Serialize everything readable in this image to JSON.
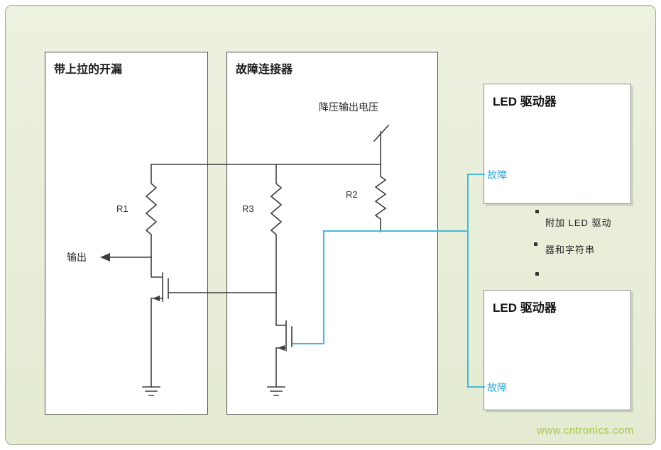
{
  "colors": {
    "wire": "#3d3d3d",
    "cyan": "#45b8d9",
    "fault_text": "#2aaade",
    "watermark": "#9cc23c",
    "box_border": "#4f4f4f",
    "led_border": "#8c8c8c"
  },
  "boxes": {
    "open_drain": {
      "title": "带上拉的开漏"
    },
    "fault_connector": {
      "title": "故障连接器"
    }
  },
  "labels": {
    "supply": "降压输出电压",
    "output": "输出",
    "r1": "R1",
    "r2": "R2",
    "r3": "R3"
  },
  "led_drivers": [
    {
      "title": "LED 驱动器",
      "port_label": "故障"
    },
    {
      "title": "LED 驱动器",
      "port_label": "故障"
    }
  ],
  "note": {
    "line1": "附加 LED 驱动",
    "line2": "器和字符串"
  },
  "watermark": "www.cntronics.com"
}
